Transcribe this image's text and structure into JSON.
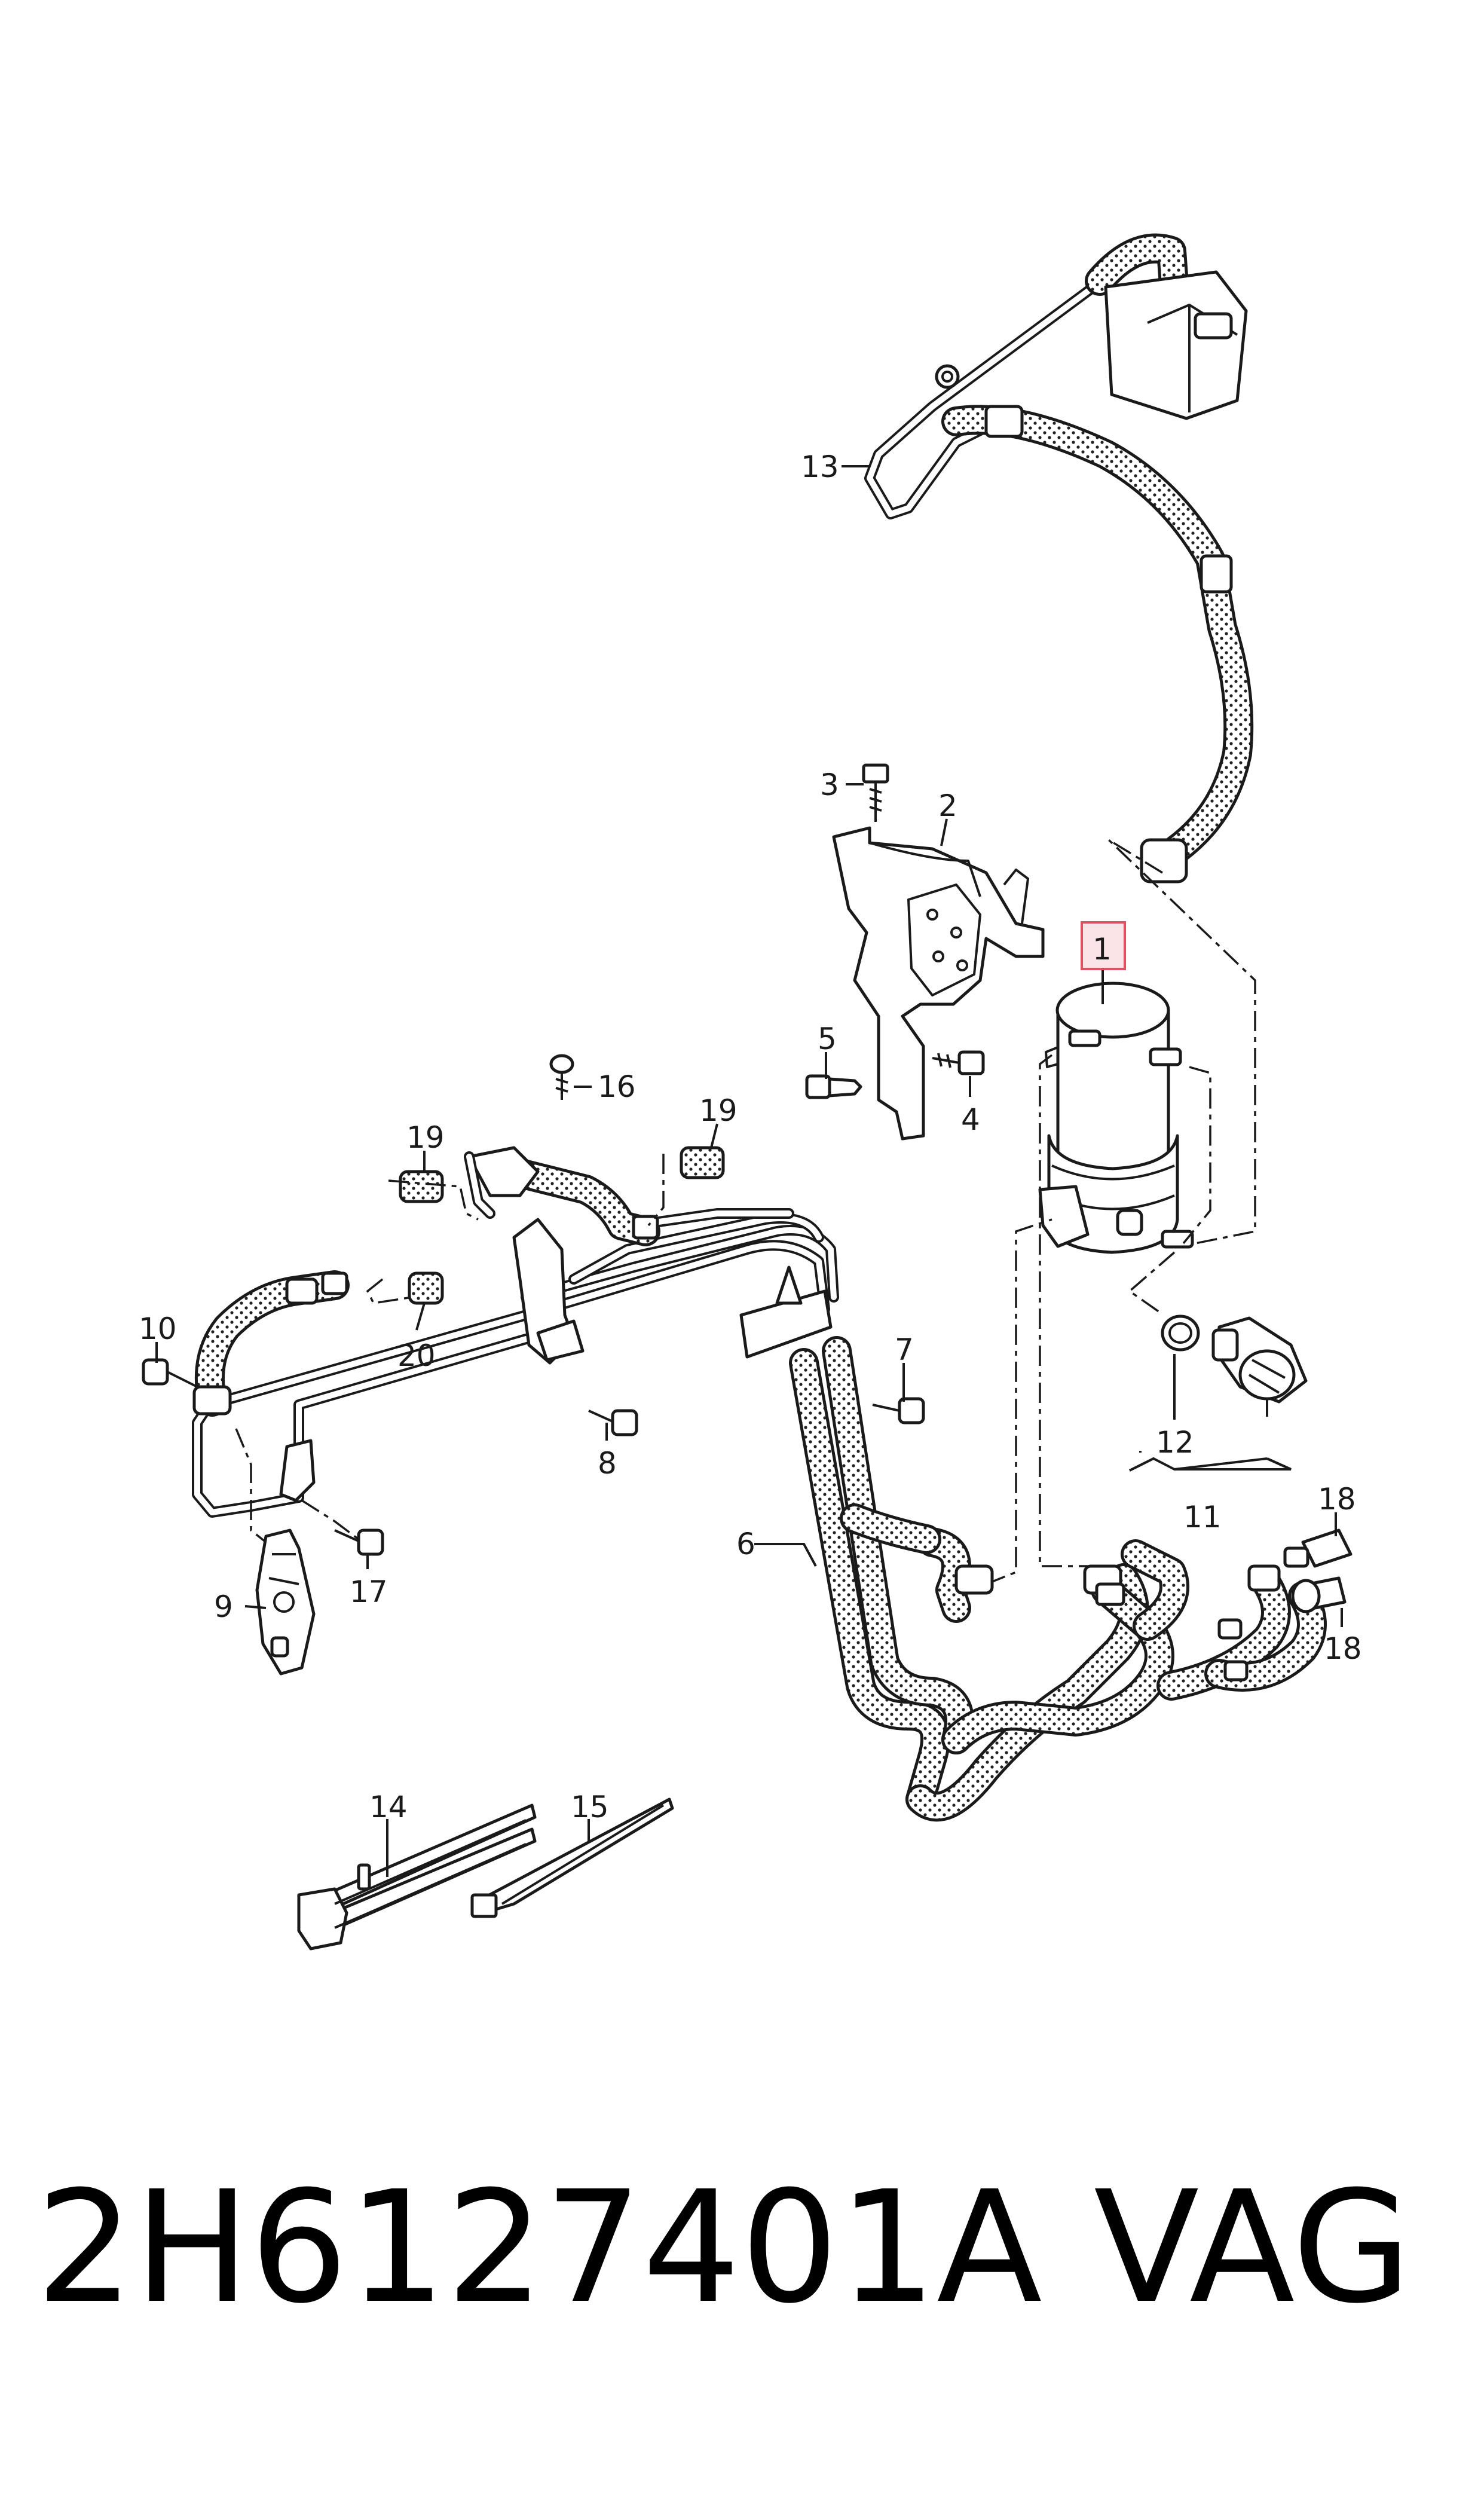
{
  "labels": [
    {
      "id": "1",
      "text": "1"
    },
    {
      "id": "2",
      "text": "2"
    },
    {
      "id": "3",
      "text": "3"
    },
    {
      "id": "4",
      "text": "4"
    },
    {
      "id": "5",
      "text": "5"
    },
    {
      "id": "6",
      "text": "6"
    },
    {
      "id": "7",
      "text": "7"
    },
    {
      "id": "8",
      "text": "8"
    },
    {
      "id": "9",
      "text": "9"
    },
    {
      "id": "10",
      "text": "10"
    },
    {
      "id": "11",
      "text": "11"
    },
    {
      "id": "12",
      "text": "12"
    },
    {
      "id": "13",
      "text": "13"
    },
    {
      "id": "14",
      "text": "14"
    },
    {
      "id": "15",
      "text": "15"
    },
    {
      "id": "16",
      "text": "16"
    },
    {
      "id": "17",
      "text": "17"
    },
    {
      "id": "18a",
      "text": "18"
    },
    {
      "id": "18b",
      "text": "18"
    },
    {
      "id": "19a",
      "text": "19"
    },
    {
      "id": "19b",
      "text": "19"
    },
    {
      "id": "20",
      "text": "20"
    }
  ],
  "highlighted_label": "1",
  "highlight_color": "#e05060",
  "footer": {
    "part_number": "2H6127401A",
    "brand": "VAG"
  }
}
